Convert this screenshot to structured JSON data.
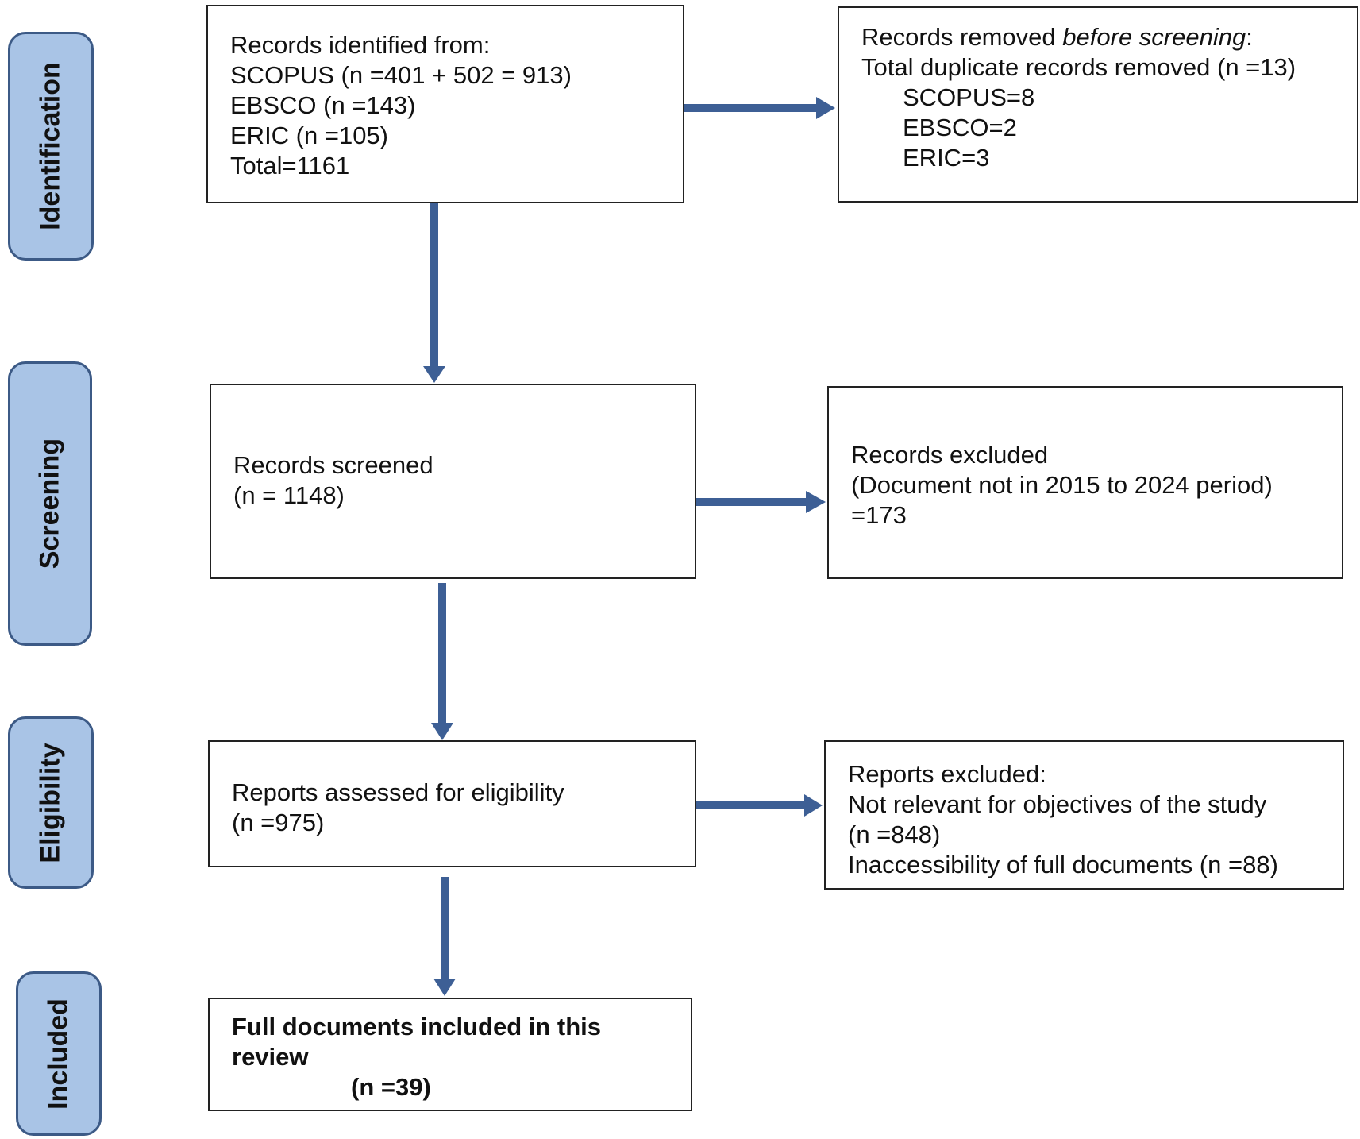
{
  "phases": {
    "identification": "Identification",
    "screening": "Screening",
    "eligibility": "Eligibility",
    "included": "Included"
  },
  "identified": {
    "line1": "Records identified from:",
    "line2": "SCOPUS (n =401 + 502 = 913)",
    "line3": "EBSCO (n =143)",
    "line4": "ERIC (n =105)",
    "line5": "Total=1161"
  },
  "removed": {
    "line1_prefix": "Records removed ",
    "line1_italic": "before screening",
    "line1_suffix": ":",
    "line2": "Total duplicate records removed (n =13)",
    "line3": "SCOPUS=8",
    "line4": "EBSCO=2",
    "line5": "ERIC=3"
  },
  "screened": {
    "line1": "Records screened",
    "line2": "(n = 1148)"
  },
  "excluded_records": {
    "line1": "Records excluded",
    "line2": "(Document not in 2015 to 2024 period)",
    "line3": "=173"
  },
  "assessed": {
    "line1": "Reports assessed for eligibility",
    "line2": "(n =975)"
  },
  "excluded_reports": {
    "line1": "Reports excluded:",
    "line2": "Not relevant for objectives of the study",
    "line3": "(n =848)",
    "line4": "Inaccessibility of full documents (n =88)"
  },
  "included": {
    "line1": "Full documents included in this",
    "line2": "review",
    "line3": "(n =39)"
  },
  "colors": {
    "arrow": "#3d5f95",
    "phase_fill": "#a9c4e6",
    "phase_border": "#3c5a86"
  }
}
